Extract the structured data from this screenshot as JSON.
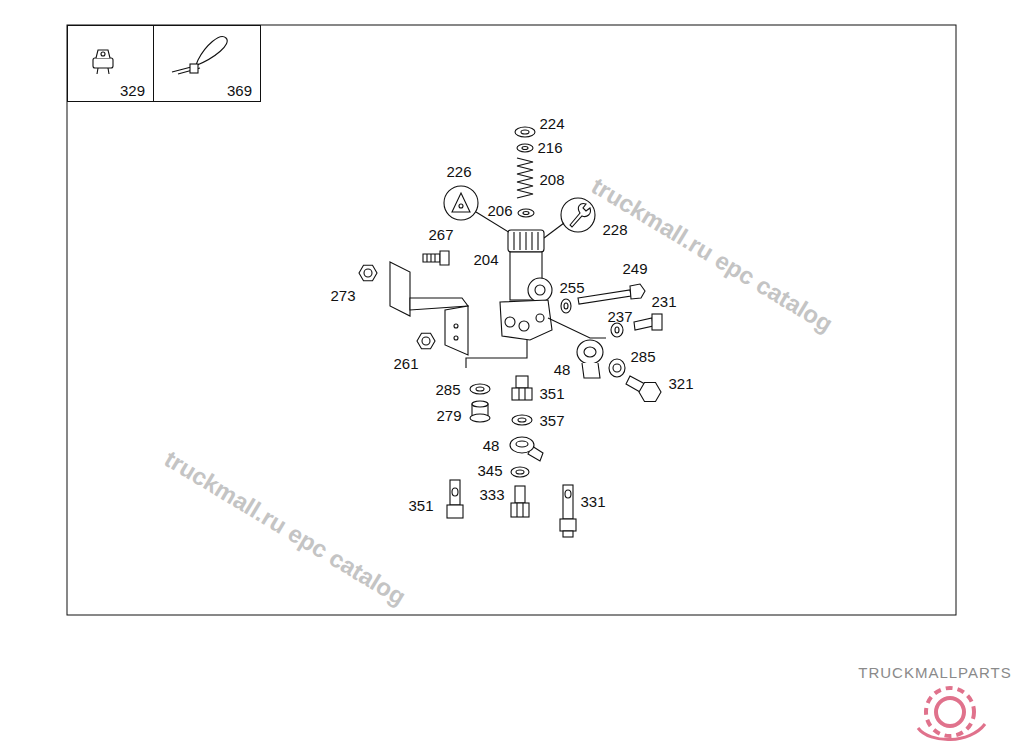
{
  "diagram": {
    "nodes": [
      {
        "text": [
          "329"
        ]
      },
      {
        "text": [
          "369"
        ]
      }
    ],
    "labels": [
      "224",
      "216",
      "226",
      "208",
      "206",
      "228",
      "267",
      "204",
      "249",
      "255",
      "273",
      "231",
      "237",
      "285",
      "261",
      "48",
      "321",
      "285",
      "351",
      "279",
      "357",
      "48",
      "345",
      "333",
      "331",
      "351",
      "truckmall.ru epc catalog",
      "truckmall.ru epc catalog",
      "TRUCKMALLPARTS"
    ]
  }
}
